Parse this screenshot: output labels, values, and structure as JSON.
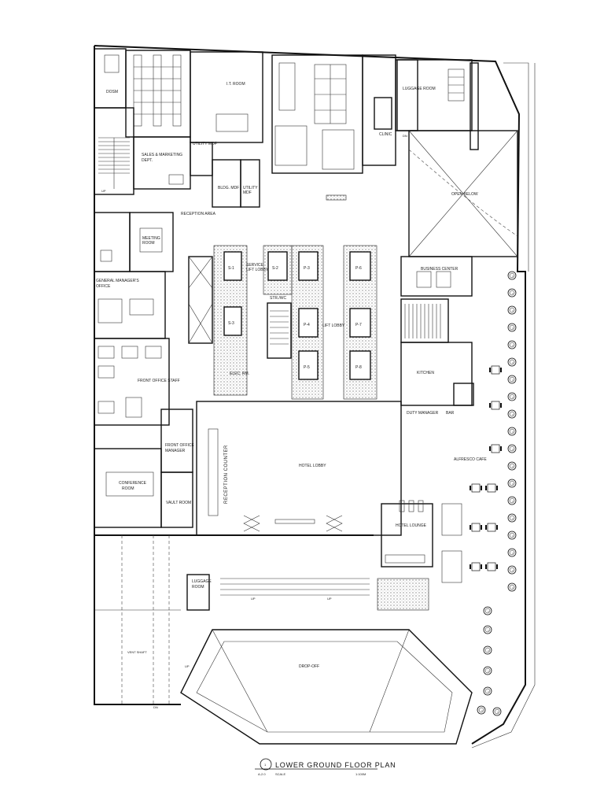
{
  "drawing": {
    "title": "LOWER GROUND FLOOR PLAN",
    "scale_label": "SCALE",
    "scale_value": "1:100M",
    "sheet_number": "1",
    "sheet_ref": "A-2.0"
  },
  "rooms": {
    "doso": "DOSM",
    "it_room": "I.T. ROOM",
    "luggage_room_top": "LUGGAGE ROOM",
    "sales": "SALES & MARKETING",
    "sales_dept": "DEPT.",
    "utility_mdf": "UTILITY MDF",
    "bldg_mdf": "BLDG. MDF",
    "utility_mdf2": "UTILITY",
    "utility_mdf2b": "MDF",
    "clinic": "CLINIC",
    "open_below": "OPEN BELOW",
    "reception_area": "RECEPTION AREA",
    "meeting_room": "MEETING",
    "meeting_room_b": "ROOM",
    "service_lift": "SERVICE",
    "service_lift_b": "LIFT LOBBY",
    "business_center": "BUSINESS CENTER",
    "gm_office": "GENERAL MANAGER'S",
    "gm_office_b": "OFFICE",
    "lift_lobby": "LIFT LOBBY",
    "str_wc": "STR./WC",
    "elec_rm": "ELEC. RM.",
    "kitchen": "KITCHEN",
    "front_office_staff": "FRONT OFFICE STAFF",
    "duty_manager": "DUTY MANAGER",
    "bar": "BAR",
    "front_office_mgr": "FRONT OFFICE",
    "front_office_mgr_b": "MANAGER",
    "reception_counter": "RECEPTION COUNTER",
    "hotel_lobby": "HOTEL LOBBY",
    "alfresco": "ALFRESCO CAFE",
    "conference": "CONFERENCE",
    "conference_b": "ROOM",
    "vault_room": "VAULT ROOM",
    "hotel_lounge": "HOTEL LOUNGE",
    "luggage_room_bottom": "LUGGAGE",
    "luggage_room_bottom_b": "ROOM",
    "drop_off": "DROP-OFF",
    "vent_shaft": "VENT SHAFT"
  },
  "lifts": [
    "S-1",
    "S-2",
    "P-3",
    "P-6",
    "S-3",
    "P-4",
    "P-7",
    "P-5",
    "P-8"
  ],
  "markers": {
    "up": "UP",
    "dn": "DN"
  }
}
